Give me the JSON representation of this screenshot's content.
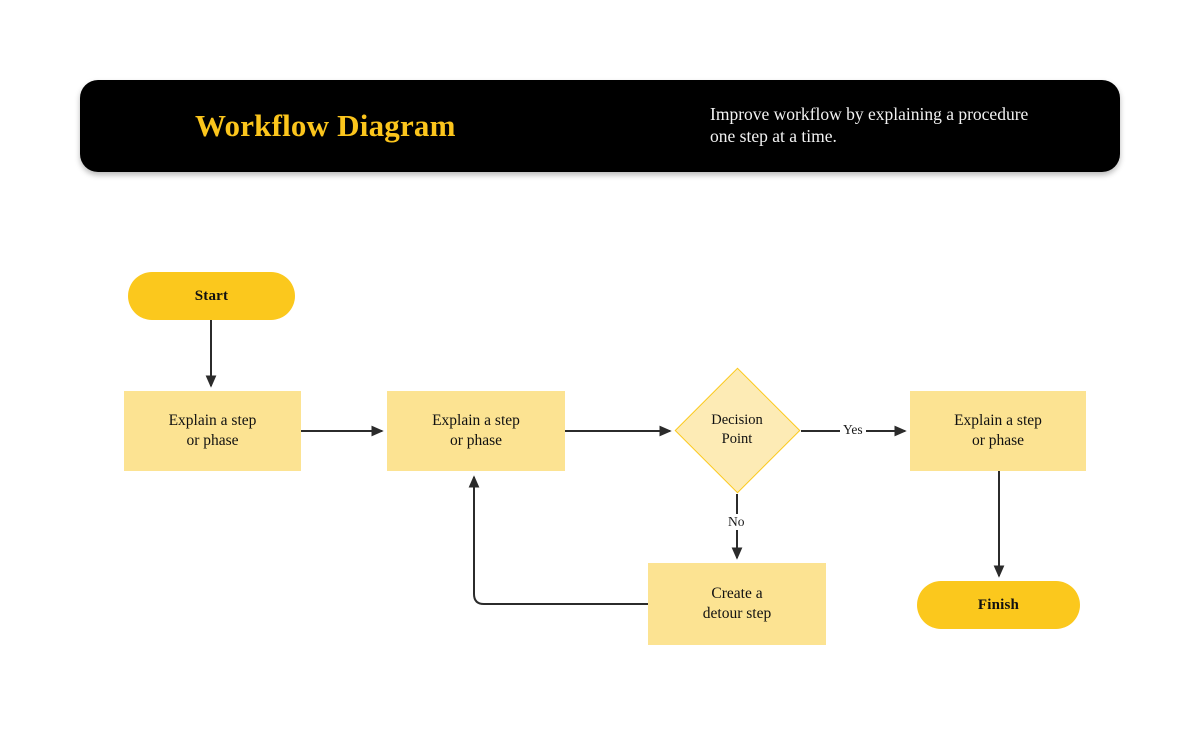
{
  "header": {
    "title": "Workflow Diagram",
    "subtitle": "Improve workflow by explaining a procedure one step at a time.",
    "background_color": "#000000",
    "title_color": "#FBC51C",
    "subtitle_color": "#F2F2F2"
  },
  "colors": {
    "terminator_fill": "#FBC81D",
    "process_fill": "#FCE392",
    "decision_fill": "#FDEBB5",
    "decision_border": "#FBC91D",
    "connector": "#2B2B2B",
    "page_background": "#FFFFFF"
  },
  "diagram": {
    "type": "flowchart",
    "nodes": [
      {
        "id": "start",
        "shape": "terminator",
        "label": "Start"
      },
      {
        "id": "step-1",
        "shape": "process",
        "label": "Explain a step\nor phase",
        "line1": "Explain a step",
        "line2": "or phase"
      },
      {
        "id": "step-2",
        "shape": "process",
        "label": "Explain a step\nor phase",
        "line1": "Explain a step",
        "line2": "or phase"
      },
      {
        "id": "decision",
        "shape": "diamond",
        "label": "Decision\nPoint",
        "line1": "Decision",
        "line2": "Point"
      },
      {
        "id": "step-3",
        "shape": "process",
        "label": "Explain a step\nor phase",
        "line1": "Explain a step",
        "line2": "or phase"
      },
      {
        "id": "detour",
        "shape": "process",
        "label": "Create a\ndetour step",
        "line1": "Create a",
        "line2": "detour step"
      },
      {
        "id": "finish",
        "shape": "terminator",
        "label": "Finish"
      }
    ],
    "edges": [
      {
        "from": "start",
        "to": "step-1",
        "label": ""
      },
      {
        "from": "step-1",
        "to": "step-2",
        "label": ""
      },
      {
        "from": "step-2",
        "to": "decision",
        "label": ""
      },
      {
        "from": "decision",
        "to": "step-3",
        "label": "Yes"
      },
      {
        "from": "decision",
        "to": "detour",
        "label": "No"
      },
      {
        "from": "detour",
        "to": "step-2",
        "label": ""
      },
      {
        "from": "step-3",
        "to": "finish",
        "label": ""
      }
    ],
    "edge_labels": {
      "yes": "Yes",
      "no": "No"
    }
  }
}
